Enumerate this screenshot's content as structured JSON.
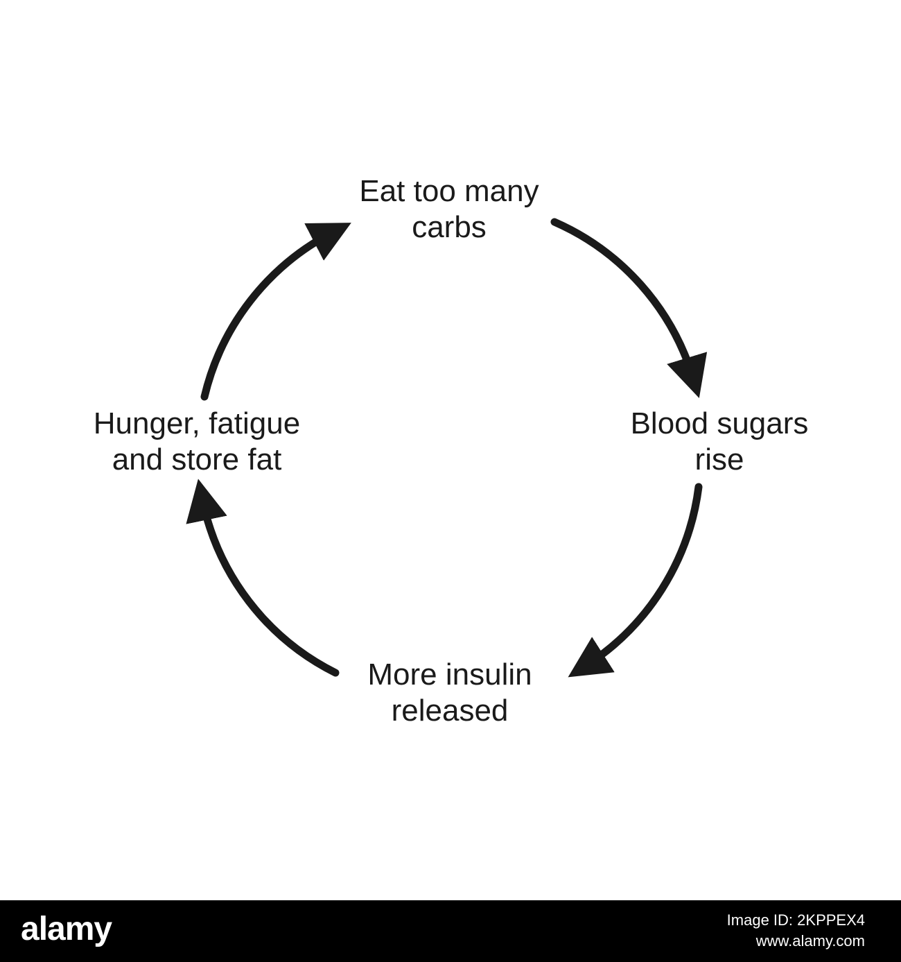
{
  "diagram": {
    "stages": {
      "top": {
        "line1": "Eat too many",
        "line2": "carbs"
      },
      "right": {
        "line1": "Blood sugars",
        "line2": "rise"
      },
      "bottom": {
        "line1": "More insulin",
        "line2": "released"
      },
      "left": {
        "line1": "Hunger, fatigue",
        "line2": "and store fat"
      }
    },
    "arrow_color": "#1a1a1a",
    "text_color": "#1a1a1a"
  },
  "footer": {
    "logo": "alamy",
    "image_id": "Image ID: 2KPPEX4",
    "url": "www.alamy.com",
    "background": "#000000",
    "text_color": "#ffffff"
  }
}
